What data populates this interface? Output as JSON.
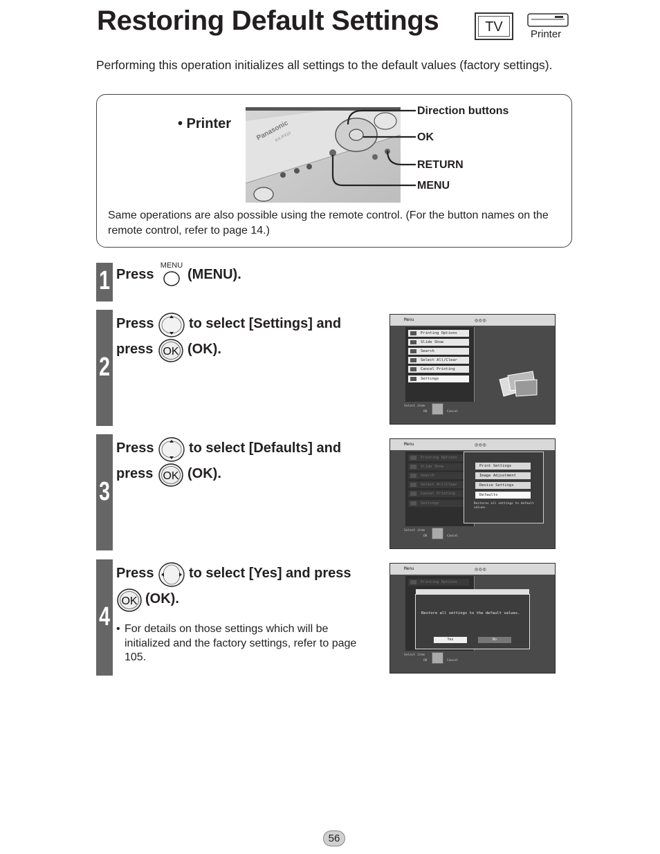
{
  "header": {
    "title": "Restoring Default Settings",
    "tv_label": "TV",
    "printer_label": "Printer"
  },
  "intro": "Performing this operation initializes all settings to the default values (factory settings).",
  "panel": {
    "label": "• Printer",
    "photo_brand": "Panasonic",
    "photo_model": "KX-PX10",
    "callouts": {
      "direction": "Direction buttons",
      "ok": "OK",
      "return": "RETURN",
      "menu": "MENU"
    },
    "note": "Same operations are also possible using the remote control. (For the button names on the remote control, refer to page 14.)"
  },
  "steps": [
    {
      "number": "1",
      "press": "Press",
      "menu_caption": "MENU",
      "rest": "(MENU)."
    },
    {
      "number": "2",
      "press": "Press",
      "rest": "to select [Settings] and",
      "press2": "press",
      "ok_label": "OK",
      "rest2": "(OK)."
    },
    {
      "number": "3",
      "press": "Press",
      "rest": "to select [Defaults] and",
      "press2": "press",
      "ok_label": "OK",
      "rest2": "(OK)."
    },
    {
      "number": "4",
      "press": "Press",
      "rest": "to select [Yes] and press",
      "ok_label": "OK",
      "rest2": "(OK).",
      "bullet": "For details on those settings which will be initialized and the factory settings, refer to page 105."
    }
  ],
  "screens": {
    "menu_title": "Menu",
    "menu_items": [
      "Printing Options",
      "Slide Show",
      "Search",
      "Select All/Clear",
      "Cancel Printing",
      "Settings"
    ],
    "sub_items": [
      "Print Settings",
      "Image Adjustment",
      "Device Settings",
      "Defaults"
    ],
    "sub_desc": "Restores all settings to default values.",
    "dialog_msg": "Restore all settings to the default values.",
    "dialog_yes": "Yes",
    "dialog_no": "No",
    "footer_select": "Select item",
    "footer_ok": "OK",
    "footer_cancel": "Cancel"
  },
  "page_number": "56",
  "colors": {
    "step_bar": "#666666",
    "text": "#231f20"
  }
}
